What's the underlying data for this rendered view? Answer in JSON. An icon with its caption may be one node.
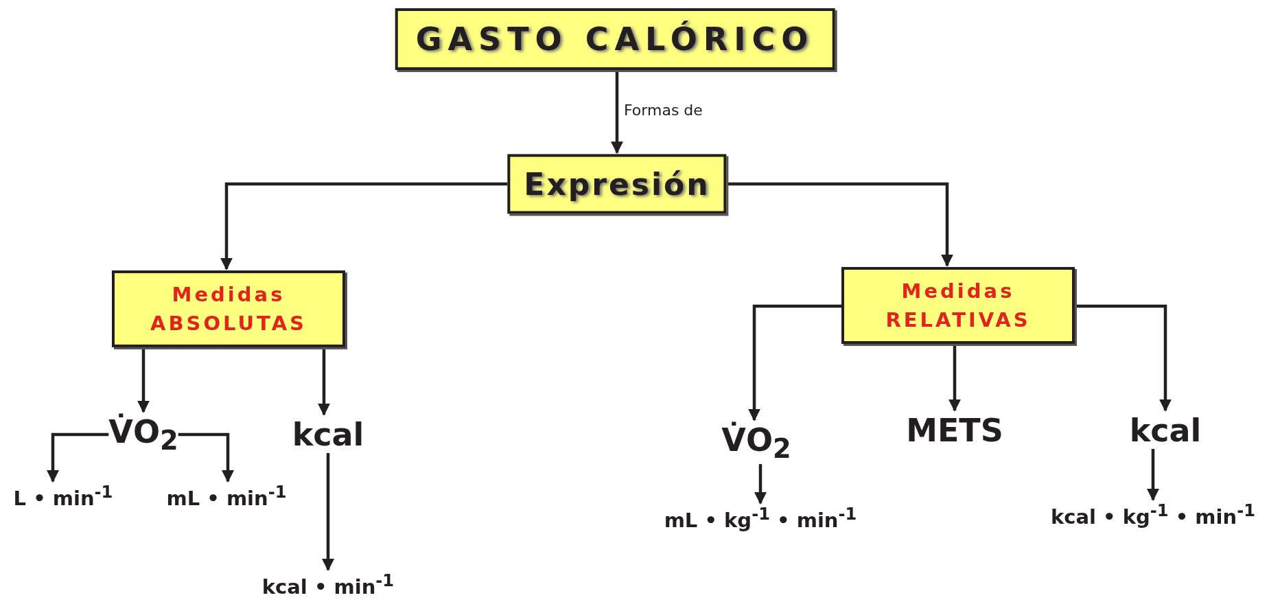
{
  "diagram": {
    "nodes": [
      {
        "text": [
          "GASTO CALÓRICO"
        ]
      },
      {
        "text": [
          "Expresión"
        ]
      },
      {
        "text": [
          "Medidas ABSOLUTAS"
        ]
      },
      {
        "text": [
          "Medidas RELATIVAS"
        ]
      },
      {
        "text": [
          "V̇O$_{2}$"
        ]
      },
      {
        "text": [
          "kcal"
        ]
      },
      {
        "text": [
          "L • min$^{-1}$"
        ]
      },
      {
        "text": [
          "mL • min$^{-1}$"
        ]
      },
      {
        "text": [
          "kcal • min$^{-1}$"
        ]
      },
      {
        "text": [
          "V̇O$_{2}$"
        ]
      },
      {
        "text": [
          "METS"
        ]
      },
      {
        "text": [
          "kcal"
        ]
      },
      {
        "text": [
          "mL • kg$^{-1}$ • min$^{-1}$"
        ]
      },
      {
        "text": [
          "kcal • kg$^{-1}$ • min$^{-1}$"
        ]
      }
    ],
    "edges": [
      {
        "from": 0,
        "to": 1,
        "arrow": "to",
        "label": "Formas de"
      },
      {
        "from": 1,
        "to": 2,
        "arrow": "to"
      },
      {
        "from": 1,
        "to": 3,
        "arrow": "to"
      },
      {
        "from": 2,
        "to": 4,
        "arrow": "to"
      },
      {
        "from": 2,
        "to": 5,
        "arrow": "to"
      },
      {
        "from": 4,
        "to": 6,
        "arrow": "to"
      },
      {
        "from": 4,
        "to": 7,
        "arrow": "to"
      },
      {
        "from": 5,
        "to": 8,
        "arrow": "to"
      },
      {
        "from": 3,
        "to": 9,
        "arrow": "to"
      },
      {
        "from": 3,
        "to": 10,
        "arrow": "to"
      },
      {
        "from": 3,
        "to": 11,
        "arrow": "to"
      },
      {
        "from": 9,
        "to": 12,
        "arrow": "to"
      },
      {
        "from": 11,
        "to": 13,
        "arrow": "to"
      }
    ]
  }
}
